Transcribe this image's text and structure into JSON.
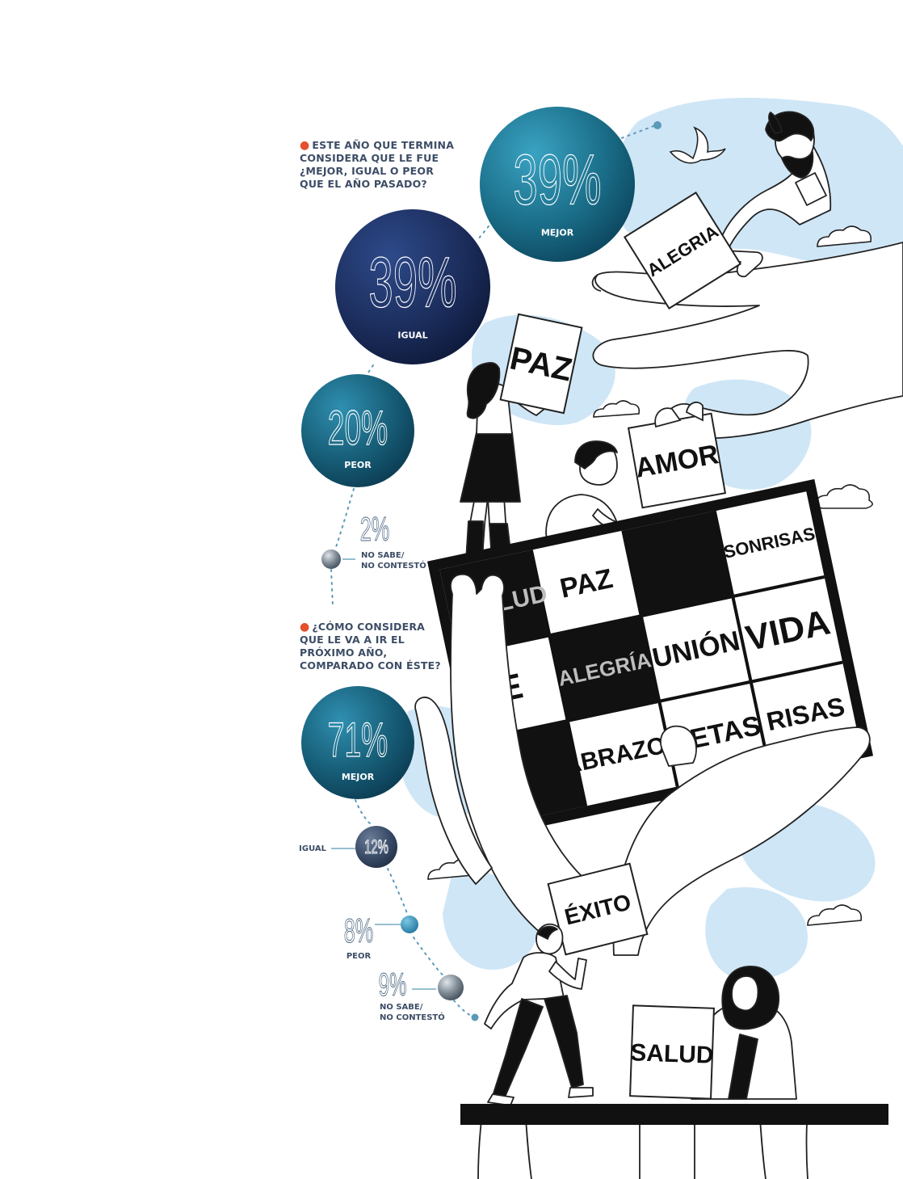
{
  "questions": [
    {
      "text": "ESTE AÑO QUE TERMINA\nCONSIDERA QUE LE FUE\n¿MEJOR, IGUAL O PEOR\nQUE EL AÑO PASADO?",
      "results": [
        {
          "label": "MEJOR",
          "value": "39%"
        },
        {
          "label": "IGUAL",
          "value": "39%"
        },
        {
          "label": "PEOR",
          "value": "20%"
        },
        {
          "label": "NO SABE/\nNO CONTESTÓ",
          "value": "2%"
        }
      ]
    },
    {
      "text": "¿CÓMO CONSIDERA\nQUE LE VA A IR EL\nPRÓXIMO AÑO,\nCOMPARADO CON ÉSTE?",
      "results": [
        {
          "label": "MEJOR",
          "value": "71%"
        },
        {
          "label": "IGUAL",
          "value": "12%"
        },
        {
          "label": "PEOR",
          "value": "8%"
        },
        {
          "label": "NO SABE/\nNO CONTESTÓ",
          "value": "9%"
        }
      ]
    }
  ],
  "chart_data": [
    {
      "type": "bubble",
      "title": "ESTE AÑO QUE TERMINA CONSIDERA QUE LE FUE ¿MEJOR, IGUAL O PEOR QUE EL AÑO PASADO?",
      "categories": [
        "MEJOR",
        "IGUAL",
        "PEOR",
        "NO SABE/NO CONTESTÓ"
      ],
      "values": [
        39,
        39,
        20,
        2
      ]
    },
    {
      "type": "bubble",
      "title": "¿CÓMO CONSIDERA QUE LE VA A IR EL PRÓXIMO AÑO, COMPARADO CON ÉSTE?",
      "categories": [
        "MEJOR",
        "IGUAL",
        "PEOR",
        "NO SABE/NO CONTESTÓ"
      ],
      "values": [
        71,
        12,
        8,
        9
      ]
    }
  ],
  "illustration": {
    "cards": [
      "ALEGRIA",
      "PAZ",
      "AMOR",
      "ÉXITO",
      "SALUD"
    ],
    "bingo": [
      "SALUD",
      "PAZ",
      "SONRISAS",
      "FE",
      "ALEGRÍA",
      "UNIÓN",
      "VIDA",
      "ABRAZOS",
      "METAS",
      "RISAS"
    ]
  },
  "colors": {
    "question_text": "#3d4d66",
    "bullet": "#e4502b",
    "sky": "#cfe6f6",
    "bubble_teal": "#1b6f8a",
    "bubble_navy": "#1d2f5f",
    "connector": "#5b9ab8"
  }
}
